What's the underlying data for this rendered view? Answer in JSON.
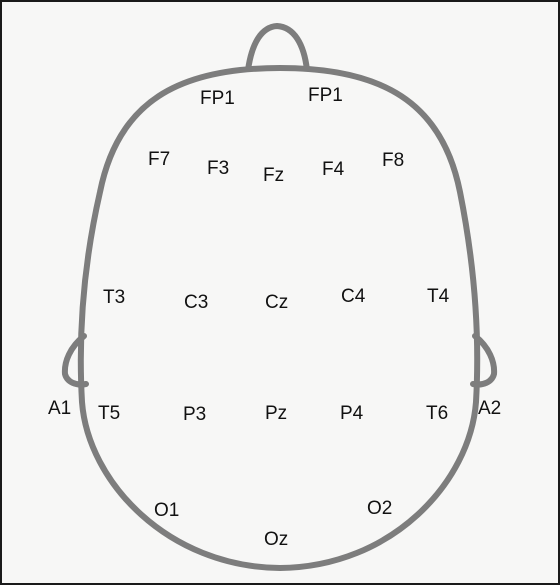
{
  "diagram": {
    "outline_color": "#7d7d7d",
    "label_color": "#111111",
    "background_color": "#f7f7f6",
    "labels": {
      "fp1_left": "FP1",
      "fp1_right": "FP1",
      "f7": "F7",
      "f3": "F3",
      "fz": "Fz",
      "f4": "F4",
      "f8": "F8",
      "t3": "T3",
      "c3": "C3",
      "cz": "Cz",
      "c4": "C4",
      "t4": "T4",
      "a1": "A1",
      "t5": "T5",
      "p3": "P3",
      "pz": "Pz",
      "p4": "P4",
      "t6": "T6",
      "a2": "A2",
      "o1": "O1",
      "oz": "Oz",
      "o2": "O2"
    }
  }
}
